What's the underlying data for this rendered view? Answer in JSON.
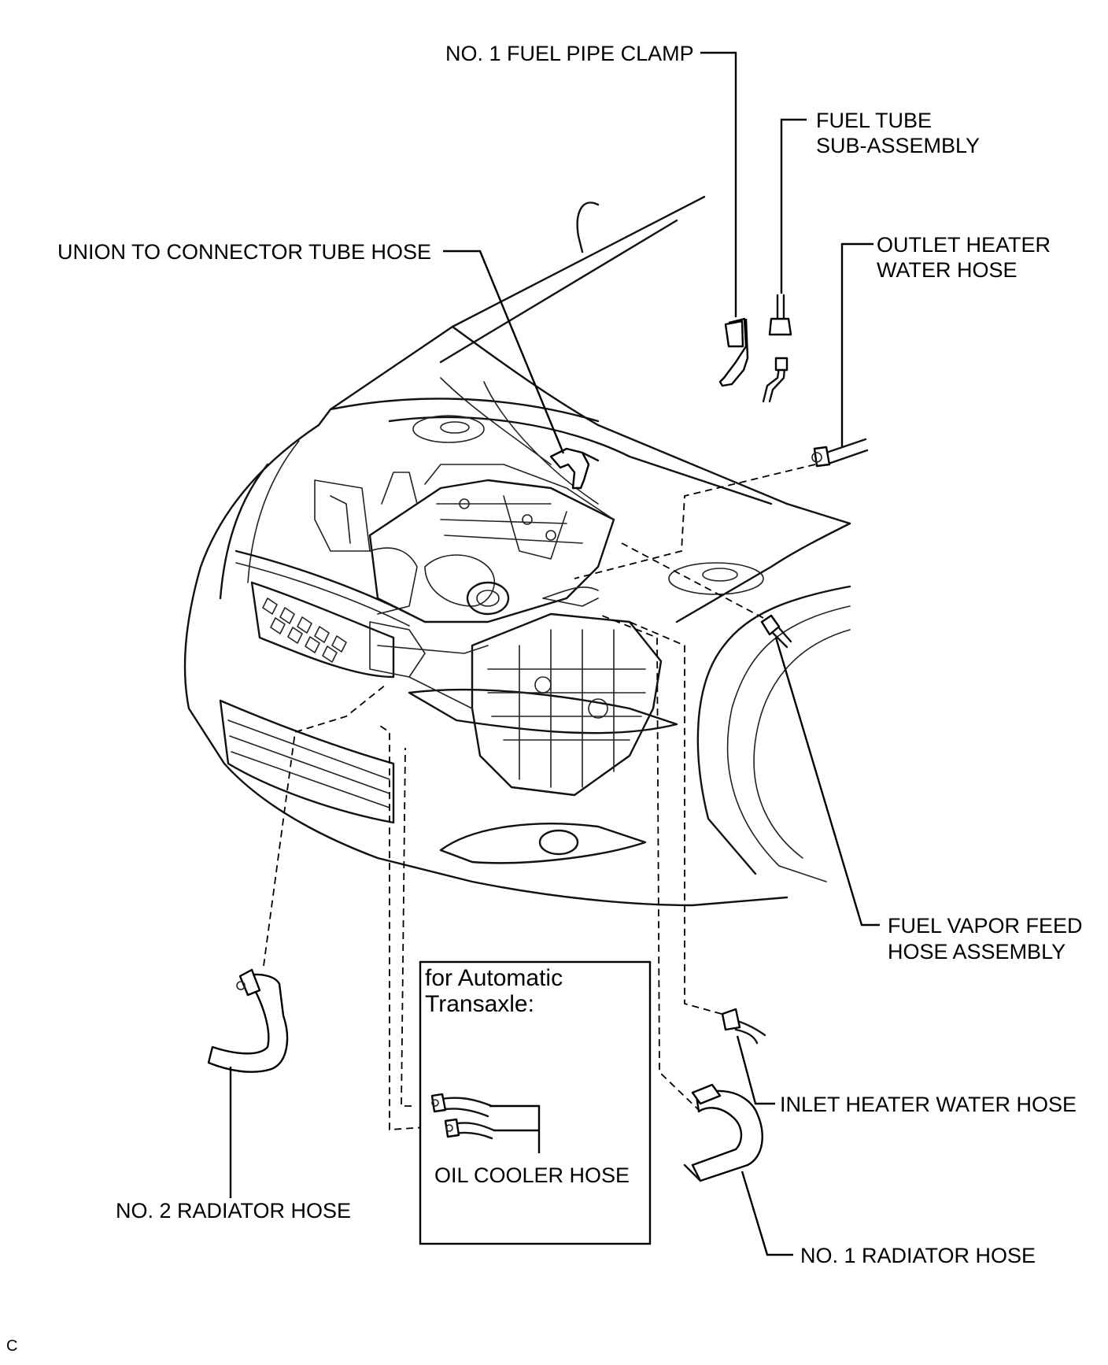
{
  "labels": {
    "fuel_pipe_clamp": "NO. 1 FUEL PIPE CLAMP",
    "fuel_tube_line1": "FUEL TUBE",
    "fuel_tube_line2": "SUB-ASSEMBLY",
    "union_hose": "UNION TO CONNECTOR TUBE HOSE",
    "outlet_heater_line1": "OUTLET HEATER",
    "outlet_heater_line2": "WATER HOSE",
    "fuel_vapor_line1": "FUEL VAPOR FEED",
    "fuel_vapor_line2": "HOSE ASSEMBLY",
    "inlet_heater": "INLET HEATER WATER HOSE",
    "no2_radiator": "NO. 2 RADIATOR HOSE",
    "no1_radiator": "NO. 1 RADIATOR HOSE",
    "oil_cooler": "OIL COOLER HOSE"
  },
  "inset": {
    "title_line1": "for Automatic",
    "title_line2": "Transaxle:"
  },
  "figure_code": "C"
}
